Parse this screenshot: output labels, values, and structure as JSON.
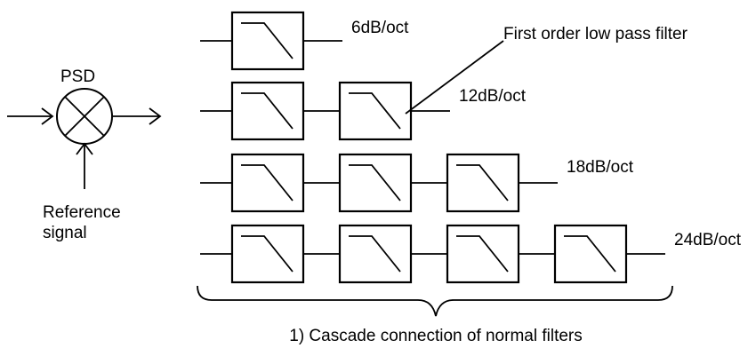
{
  "psd": {
    "label": "PSD",
    "reference_line1": "Reference",
    "reference_line2": "signal"
  },
  "filter_note": "First order low pass filter",
  "rows": [
    {
      "slope": "6dB/oct",
      "stages": 1
    },
    {
      "slope": "12dB/oct",
      "stages": 2
    },
    {
      "slope": "18dB/oct",
      "stages": 3
    },
    {
      "slope": "24dB/oct",
      "stages": 4
    }
  ],
  "caption": "1) Cascade connection of normal filters"
}
